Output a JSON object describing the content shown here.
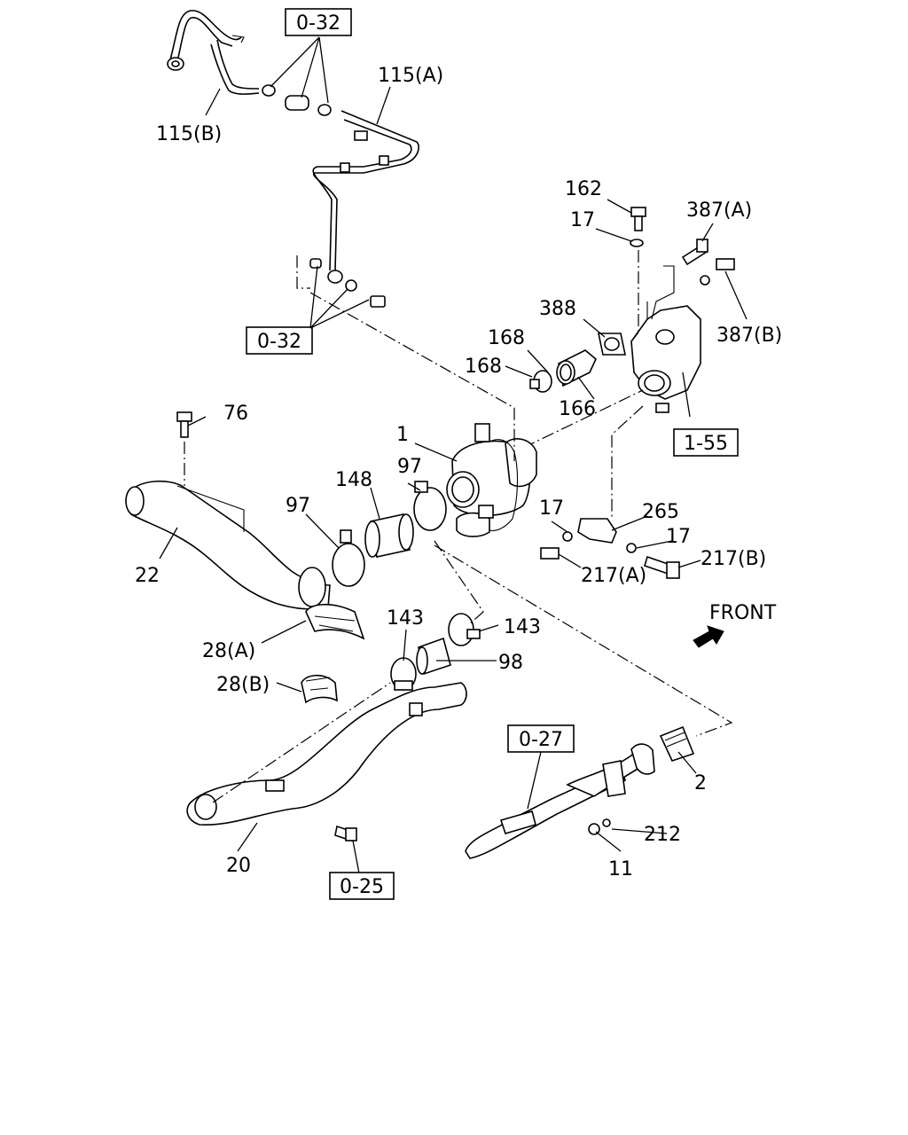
{
  "diagram": {
    "callouts": [
      {
        "id": "115b",
        "text": "115(B)"
      },
      {
        "id": "115a",
        "text": "115(A)"
      },
      {
        "id": "162",
        "text": "162"
      },
      {
        "id": "17-top",
        "text": "17"
      },
      {
        "id": "387a",
        "text": "387(A)"
      },
      {
        "id": "387b",
        "text": "387(B)"
      },
      {
        "id": "388",
        "text": "388"
      },
      {
        "id": "168-a",
        "text": "168"
      },
      {
        "id": "168-b",
        "text": "168"
      },
      {
        "id": "166",
        "text": "166"
      },
      {
        "id": "1",
        "text": "1"
      },
      {
        "id": "76",
        "text": "76"
      },
      {
        "id": "97-a",
        "text": "97"
      },
      {
        "id": "148",
        "text": "148"
      },
      {
        "id": "97-b",
        "text": "97"
      },
      {
        "id": "22",
        "text": "22"
      },
      {
        "id": "17-mid",
        "text": "17"
      },
      {
        "id": "265",
        "text": "265"
      },
      {
        "id": "17-right",
        "text": "17"
      },
      {
        "id": "217b",
        "text": "217(B)"
      },
      {
        "id": "217a",
        "text": "217(A)"
      },
      {
        "id": "143-a",
        "text": "143"
      },
      {
        "id": "143-b",
        "text": "143"
      },
      {
        "id": "98",
        "text": "98"
      },
      {
        "id": "28a",
        "text": "28(A)"
      },
      {
        "id": "28b",
        "text": "28(B)"
      },
      {
        "id": "2",
        "text": "2"
      },
      {
        "id": "212",
        "text": "212"
      },
      {
        "id": "11",
        "text": "11"
      },
      {
        "id": "20",
        "text": "20"
      }
    ],
    "references": [
      {
        "id": "ref-0-32-top",
        "text": "0-32"
      },
      {
        "id": "ref-0-32-mid",
        "text": "0-32"
      },
      {
        "id": "ref-1-55",
        "text": "1-55"
      },
      {
        "id": "ref-0-27",
        "text": "0-27"
      },
      {
        "id": "ref-0-25",
        "text": "0-25"
      }
    ],
    "direction": {
      "text": "FRONT"
    }
  }
}
